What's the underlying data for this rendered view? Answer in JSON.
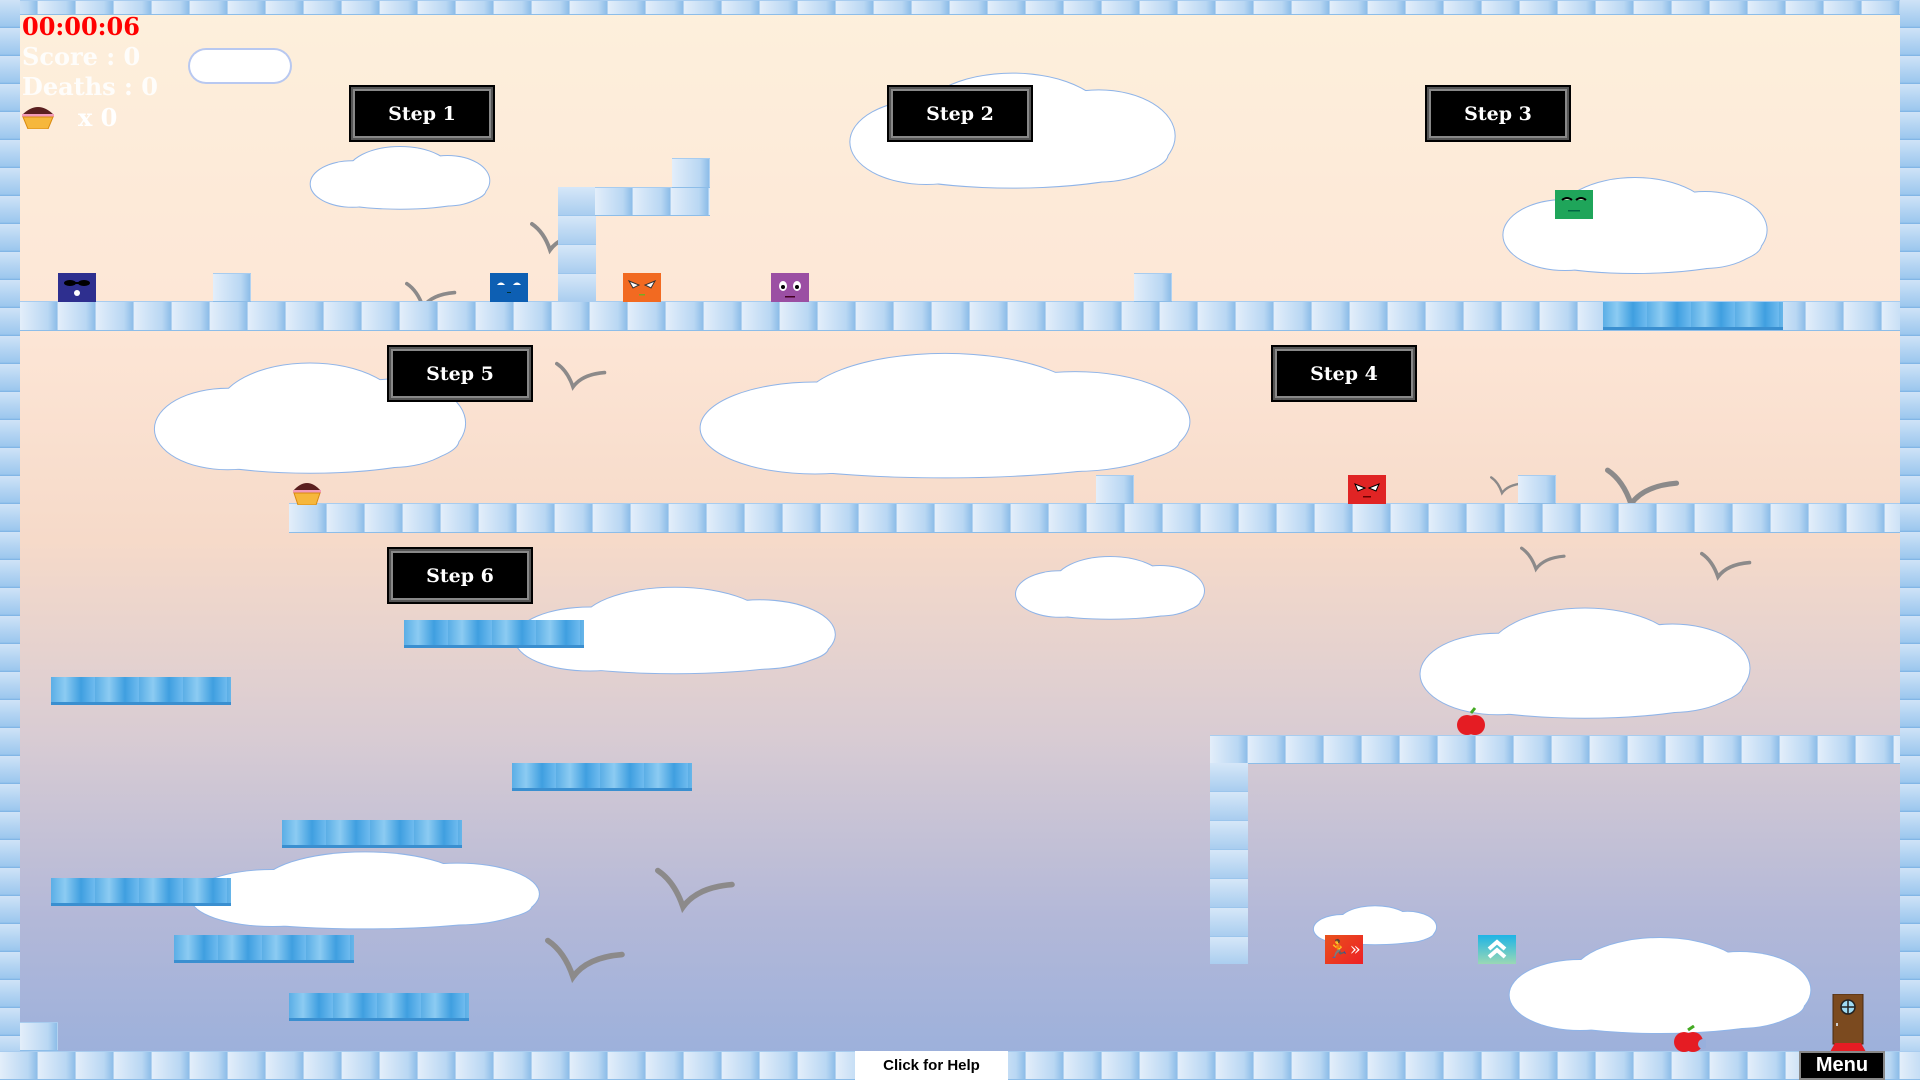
{
  "hud": {
    "timer": "00:00:06",
    "score": "Score : 0",
    "deaths": "Deaths : 0",
    "cupcakes": "x 0",
    "timer_color": "#ff0000"
  },
  "steps": [
    "Step 1",
    "Step 2",
    "Step 3",
    "Step 4",
    "Step 5",
    "Step 6"
  ],
  "footer": {
    "help": "Click for Help",
    "menu": "Menu"
  },
  "characters": [
    {
      "name": "navy-sunglasses",
      "color": "#2e2f8f"
    },
    {
      "name": "blue-sleepy",
      "color": "#0d5fb3"
    },
    {
      "name": "orange-angry",
      "color": "#f26a21"
    },
    {
      "name": "purple-surprised",
      "color": "#9b4fa3"
    },
    {
      "name": "green-bored",
      "color": "#1fa55a"
    },
    {
      "name": "red-angry",
      "color": "#e02424"
    }
  ],
  "items": [
    "cupcake",
    "apple",
    "apple",
    "speed-boost-icon",
    "jump-boost-icon",
    "exit-door"
  ]
}
